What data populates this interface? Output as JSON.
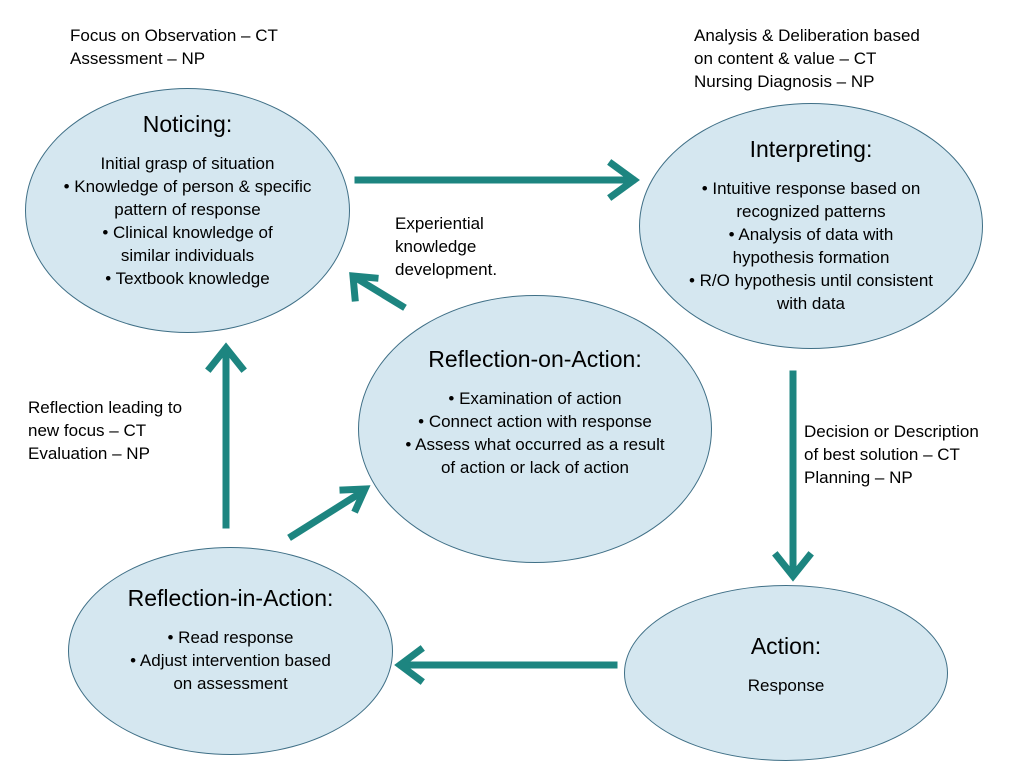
{
  "accent_color": "#1d8580",
  "ellipse_fill": "#d5e7f0",
  "ellipse_stroke": "#3f6f86",
  "nodes": {
    "noticing": {
      "title": "Noticing:",
      "lines": [
        "Initial grasp of situation",
        "• Knowledge of person & specific",
        "pattern of response",
        "• Clinical knowledge of",
        "similar individuals",
        "• Textbook knowledge"
      ]
    },
    "interpreting": {
      "title": "Interpreting:",
      "lines": [
        "• Intuitive response based on",
        "recognized patterns",
        "• Analysis of data with",
        "hypothesis formation",
        "• R/O hypothesis until consistent",
        "with data"
      ]
    },
    "reflection_on_action": {
      "title": "Reflection-on-Action:",
      "lines": [
        "• Examination of action",
        "• Connect action with response",
        "• Assess what occurred as a result",
        "of action or lack of action"
      ]
    },
    "reflection_in_action": {
      "title": "Reflection-in-Action:",
      "lines": [
        "• Read response",
        "• Adjust intervention based",
        "on assessment"
      ]
    },
    "action": {
      "title": "Action:",
      "lines": [
        "Response"
      ]
    }
  },
  "annotations": {
    "observation": [
      "Focus on Observation – CT",
      "Assessment – NP"
    ],
    "analysis": [
      "Analysis & Deliberation based",
      "on content & value – CT",
      "Nursing Diagnosis – NP"
    ],
    "experiential": [
      "Experiential",
      "knowledge",
      "development."
    ],
    "reflection_focus": [
      "Reflection leading to",
      "new focus – CT",
      "Evaluation – NP"
    ],
    "decision": [
      "Decision or Description",
      "of best solution – CT",
      "Planning – NP"
    ]
  }
}
